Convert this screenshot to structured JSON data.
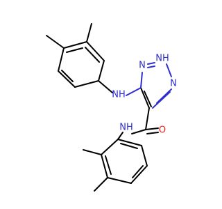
{
  "molecule": {
    "colors": {
      "bond": "#000000",
      "nitrogen": "#2f2fd0",
      "oxygen": "#e8201a",
      "background": "#ffffff"
    },
    "labels": {
      "amine_nh": "NH",
      "triazole_n1": "N",
      "triazole_n2h": "NH",
      "triazole_n3": "N",
      "amide_nh": "NH",
      "carbonyl_o": "O"
    }
  }
}
